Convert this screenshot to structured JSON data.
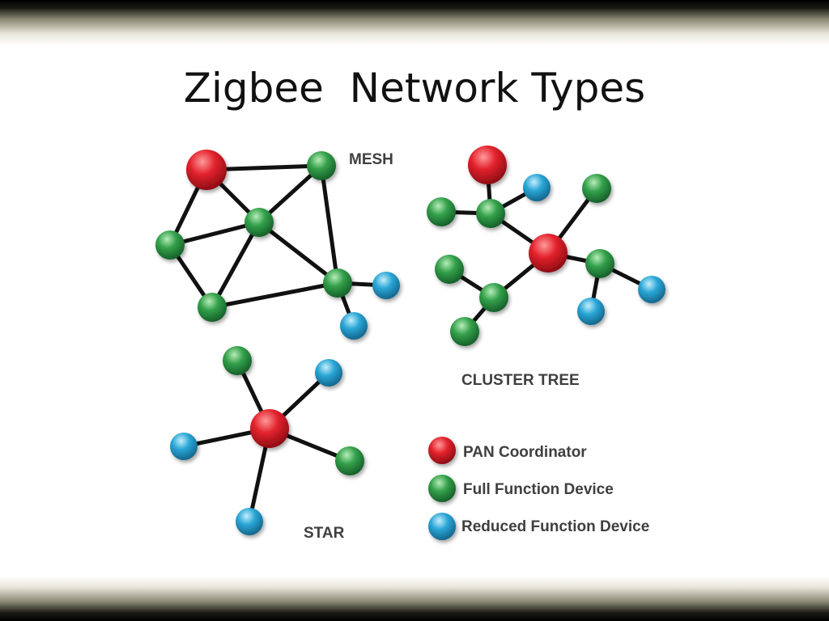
{
  "title": "Zigbee  Network Types",
  "labels": {
    "mesh": "MESH",
    "cluster_tree": "CLUSTER TREE",
    "star": "STAR"
  },
  "legend": [
    {
      "type": "pan",
      "label": "PAN Coordinator"
    },
    {
      "type": "ffd",
      "label": "Full Function Device"
    },
    {
      "type": "rfd",
      "label": "Reduced Function Device"
    }
  ],
  "colors": {
    "pan": "#e3222d",
    "ffd": "#33a04a",
    "rfd": "#2aa6d6"
  }
}
